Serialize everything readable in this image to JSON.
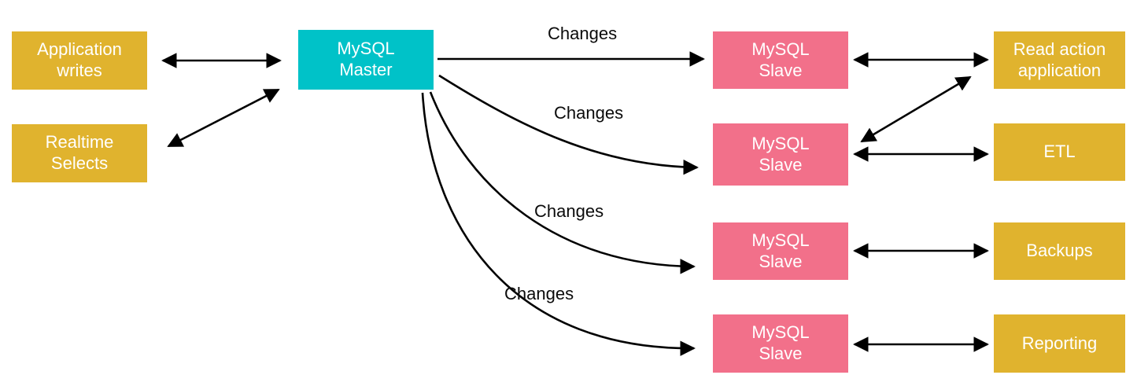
{
  "colors": {
    "gold": "#E0B32E",
    "teal": "#00C2C8",
    "pink": "#F2708A",
    "arrow": "#000000",
    "background": "#FFFFFF"
  },
  "nodes": {
    "application_writes": {
      "label": "Application\nwrites",
      "color": "#E0B32E"
    },
    "realtime_selects": {
      "label": "Realtime\nSelects",
      "color": "#E0B32E"
    },
    "master": {
      "label": "MySQL\nMaster",
      "color": "#00C2C8"
    },
    "slave1": {
      "label": "MySQL\nSlave",
      "color": "#F2708A"
    },
    "slave2": {
      "label": "MySQL\nSlave",
      "color": "#F2708A"
    },
    "slave3": {
      "label": "MySQL\nSlave",
      "color": "#F2708A"
    },
    "slave4": {
      "label": "MySQL\nSlave",
      "color": "#F2708A"
    },
    "read_action_application": {
      "label": "Read action\napplication",
      "color": "#E0B32E"
    },
    "etl": {
      "label": "ETL",
      "color": "#E0B32E"
    },
    "backups": {
      "label": "Backups",
      "color": "#E0B32E"
    },
    "reporting": {
      "label": "Reporting",
      "color": "#E0B32E"
    }
  },
  "edges": {
    "master_slave1": {
      "label": "Changes"
    },
    "master_slave2": {
      "label": "Changes"
    },
    "master_slave3": {
      "label": "Changes"
    },
    "master_slave4": {
      "label": "Changes"
    }
  }
}
